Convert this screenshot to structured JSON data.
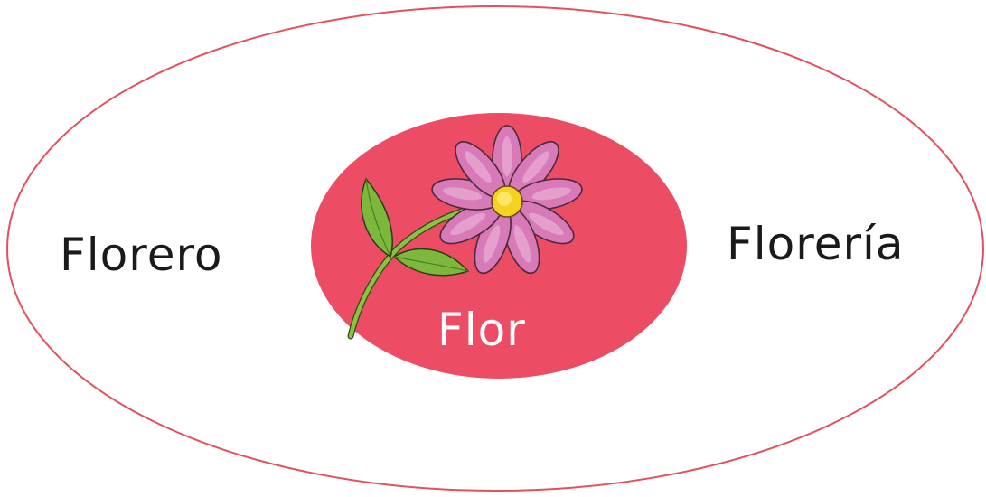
{
  "diagram": {
    "outer_word": "Florero",
    "outer_word_right": "Florería",
    "center_word": "Flor",
    "icons": {
      "center_image": "flower-icon"
    },
    "colors": {
      "outer_outline": "#e2505f",
      "inner_fill": "#ec4d64",
      "text": "#1a1a1a",
      "center_text": "#ffffff",
      "petal": "#d879b8",
      "petal_outline": "#4a2a3a",
      "center": "#f5d21f",
      "leaf": "#7cb83c",
      "stem": "#8cc142"
    }
  }
}
